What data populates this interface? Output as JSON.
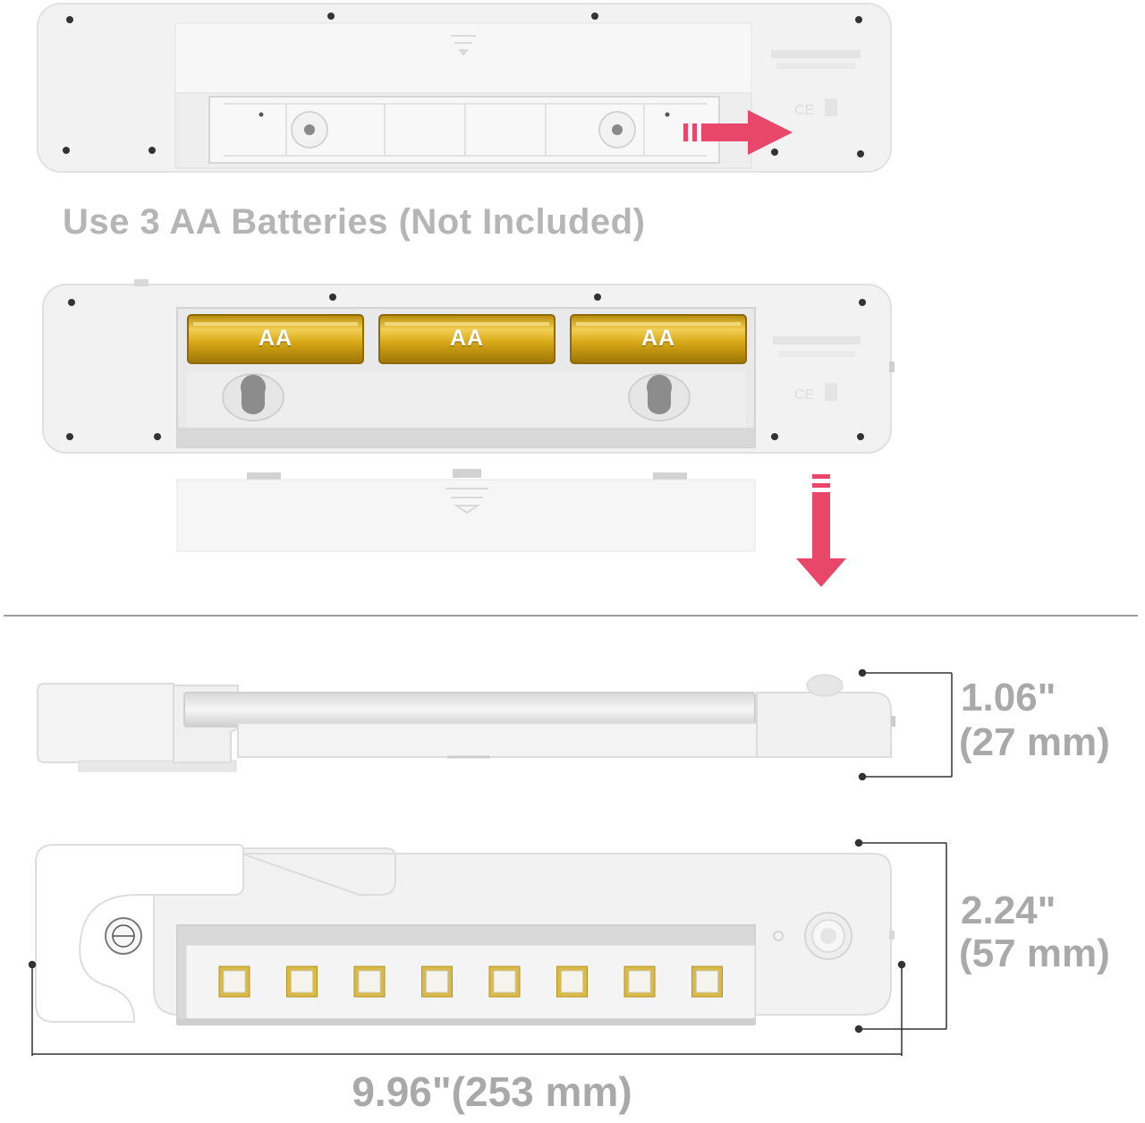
{
  "caption": "Use 3 AA Batteries (Not Included)",
  "batteries": [
    {
      "label": "AA"
    },
    {
      "label": "AA"
    },
    {
      "label": "AA"
    }
  ],
  "dimensions": {
    "height_in": "1.06\"",
    "height_mm": "(27 mm)",
    "depth_in": "2.24\"",
    "depth_mm": "(57 mm)",
    "width": "9.96\"(253 mm)"
  },
  "led_count": 8,
  "colors": {
    "arrow": "#e8476a",
    "battery_gold": "#d8a916",
    "text_gray": "#a9a9a9",
    "body": "#f4f4f4"
  }
}
